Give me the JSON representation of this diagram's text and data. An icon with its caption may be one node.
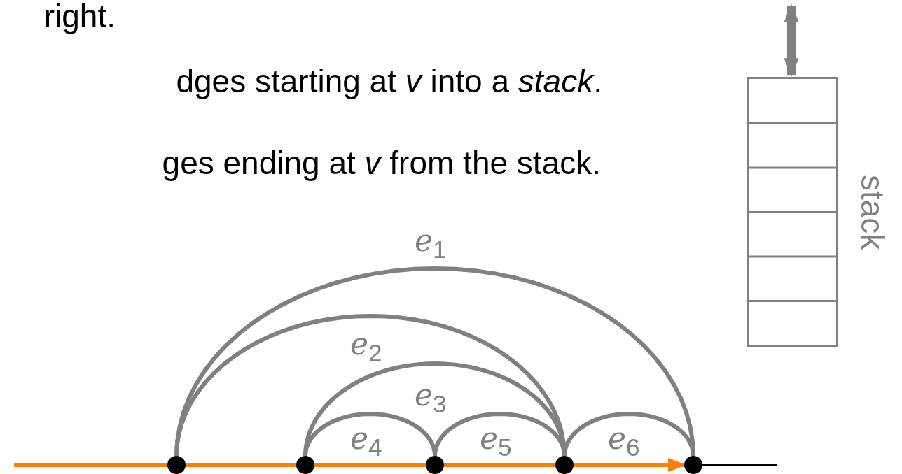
{
  "diagram": {
    "nodes": [
      {
        "text": [],
        "shape": "circle"
      },
      {
        "text": [],
        "shape": "circle"
      },
      {
        "text": [],
        "shape": "circle"
      },
      {
        "text": [],
        "shape": "circle"
      },
      {
        "text": [],
        "shape": "circle"
      },
      {
        "text": [],
        "shape": "box",
        "beside": [
          "stack"
        ]
      }
    ],
    "edges": [
      {
        "from": 0,
        "to": 4,
        "arrow": "none",
        "label": "*e*$_{1}$"
      },
      {
        "from": 0,
        "to": 3,
        "arrow": "none",
        "label": "*e*$_{2}$"
      },
      {
        "from": 1,
        "to": 3,
        "arrow": "none",
        "label": "*e*$_{3}$"
      },
      {
        "from": 1,
        "to": 2,
        "arrow": "none",
        "label": "*e*$_{4}$"
      },
      {
        "from": 2,
        "to": 3,
        "arrow": "none",
        "label": "*e*$_{5}$"
      },
      {
        "from": 3,
        "to": 4,
        "arrow": "none",
        "label": "*e*$_{6}$"
      },
      {
        "from": null,
        "to": 0,
        "arrow": "none",
        "color": "#ff8000"
      },
      {
        "from": 0,
        "to": 1,
        "arrow": "none",
        "color": "#ff8000"
      },
      {
        "from": 1,
        "to": 2,
        "arrow": "none",
        "color": "#ff8000"
      },
      {
        "from": 2,
        "to": 3,
        "arrow": "none",
        "color": "#ff8000"
      },
      {
        "from": 3,
        "to": 4,
        "arrow": "to",
        "color": "#ff8000"
      },
      {
        "from": 4,
        "to": null,
        "arrow": "none",
        "color": "#000000"
      },
      {
        "from": null,
        "to": 5,
        "arrow": "both",
        "style": "thick"
      }
    ],
    "labels": [
      "right.",
      "dges starting at *v* into a *stack*.",
      "ges ending at *v* from the stack."
    ]
  }
}
